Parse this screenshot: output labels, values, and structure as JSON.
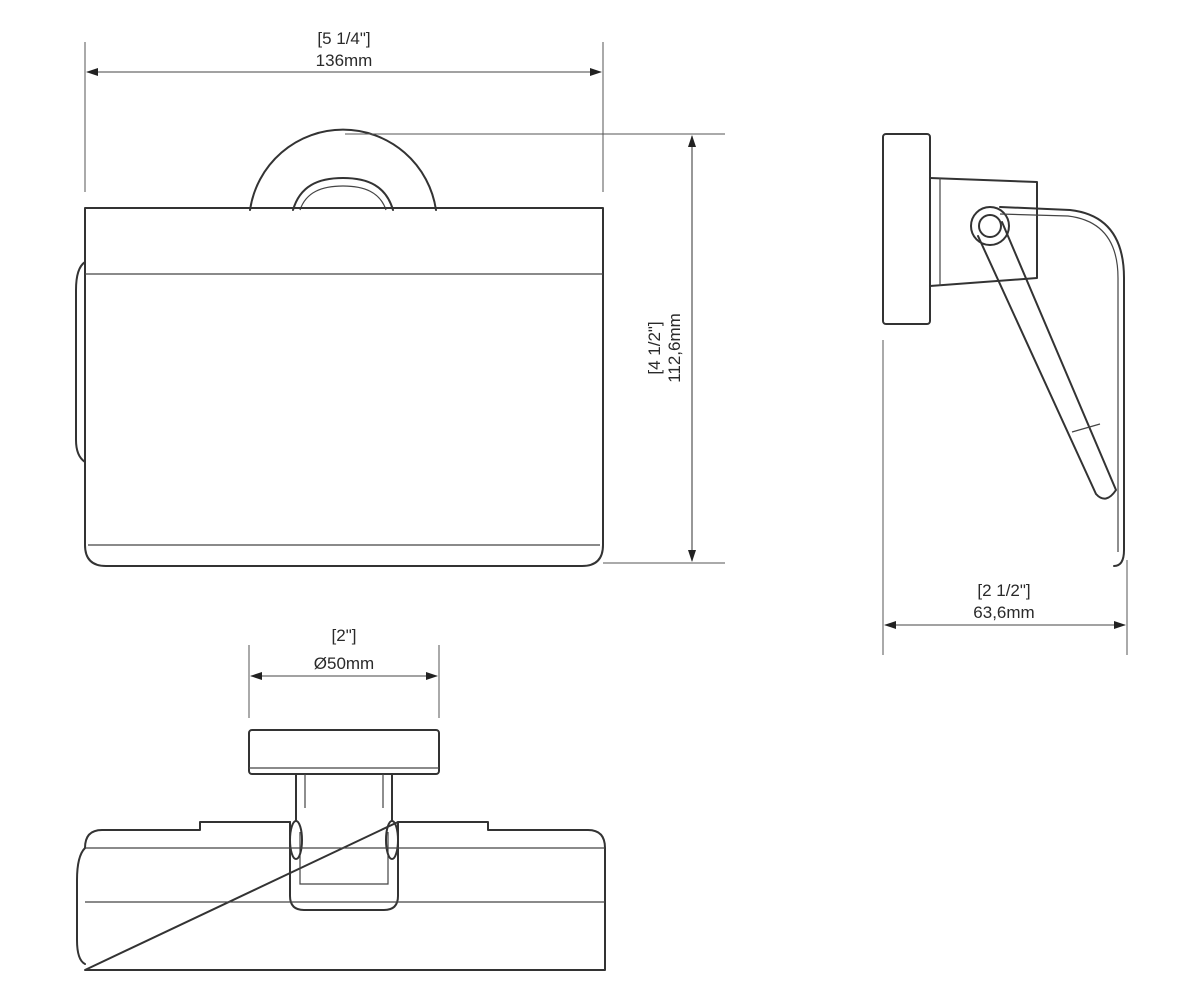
{
  "dimensions": {
    "width": {
      "inch": "[5 1/4\"]",
      "mm": "136mm"
    },
    "height": {
      "inch": "[4 1/2\"]",
      "mm": "112,6mm"
    },
    "rosette_diameter": {
      "inch": "[2\"]",
      "mm": "Ø50mm"
    },
    "depth": {
      "inch": "[2 1/2\"]",
      "mm": "63,6mm"
    }
  },
  "colors": {
    "line": "#333333",
    "background": "#ffffff"
  }
}
